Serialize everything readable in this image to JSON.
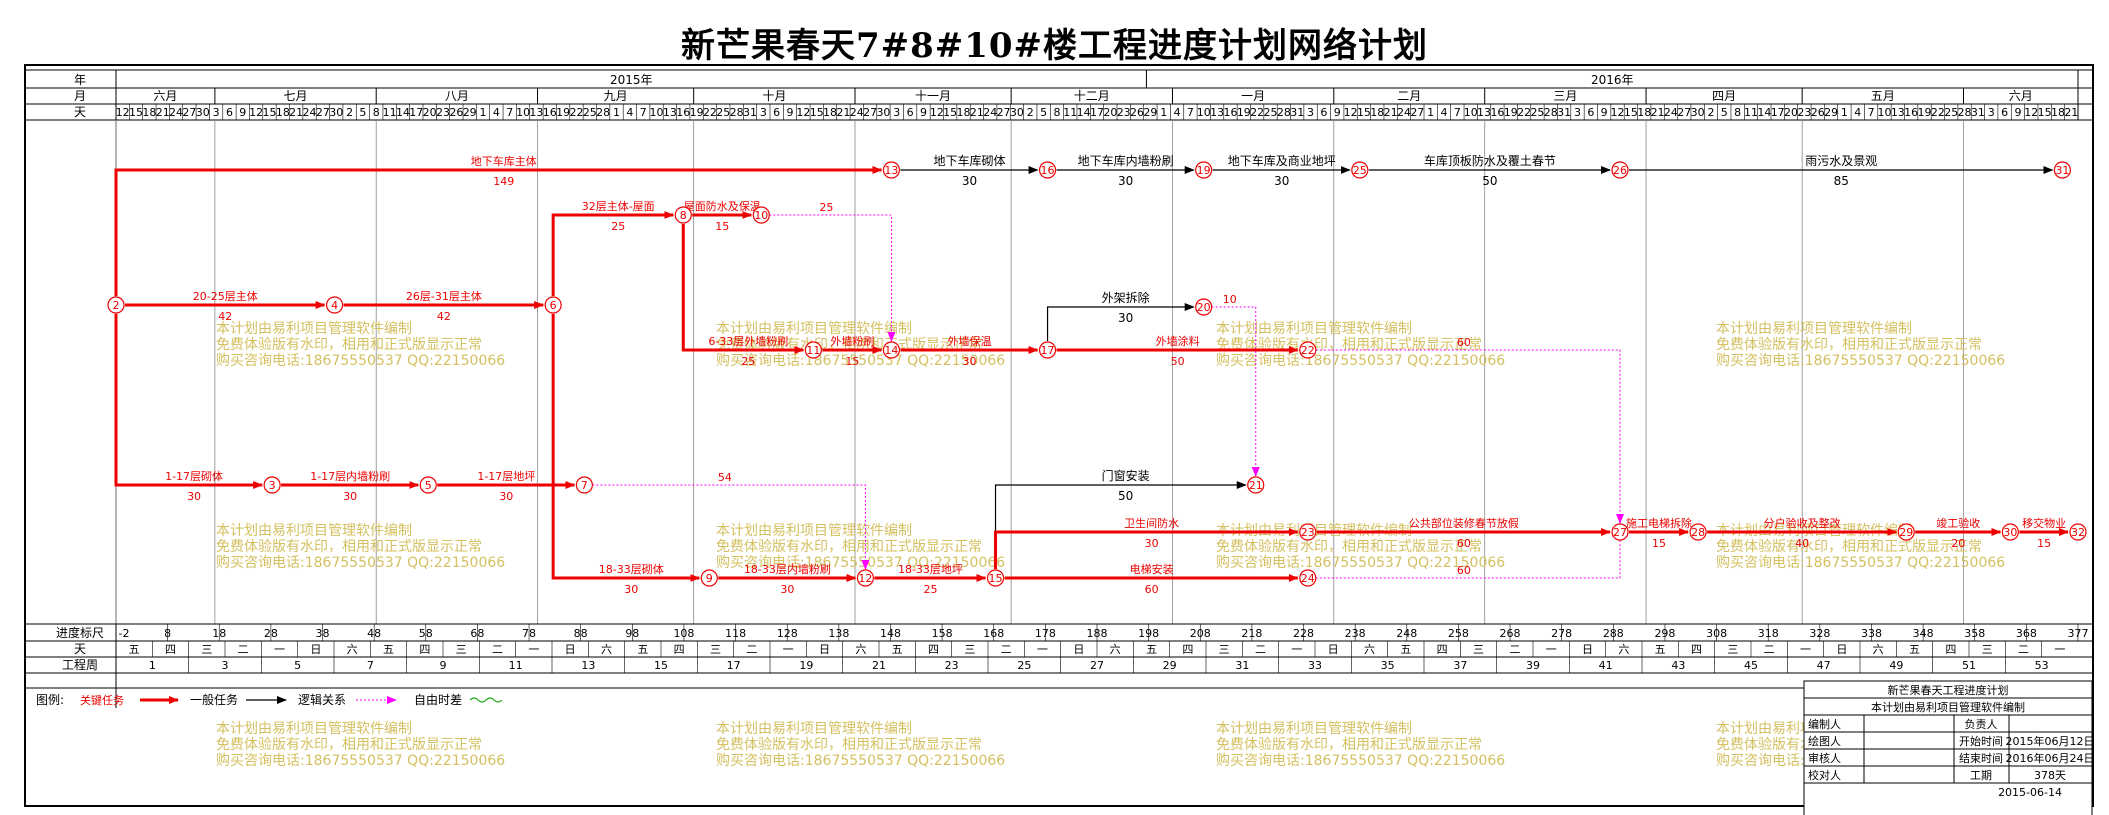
{
  "title": "新芒果春天7#8#10#楼工程进度计划网络计划",
  "header": {
    "row_labels": {
      "year": "年",
      "month": "月",
      "day": "天"
    },
    "years": [
      {
        "label": "2015年",
        "start": 0,
        "end": 198
      },
      {
        "label": "2016年",
        "start": 198,
        "end": 377
      }
    ],
    "months": [
      {
        "label": "六月",
        "start": 0,
        "end": 19
      },
      {
        "label": "七月",
        "start": 19,
        "end": 50
      },
      {
        "label": "八月",
        "start": 50,
        "end": 81
      },
      {
        "label": "九月",
        "start": 81,
        "end": 111
      },
      {
        "label": "十月",
        "start": 111,
        "end": 142
      },
      {
        "label": "十一月",
        "start": 142,
        "end": 172
      },
      {
        "label": "十二月",
        "start": 172,
        "end": 203
      },
      {
        "label": "一月",
        "start": 203,
        "end": 234
      },
      {
        "label": "二月",
        "start": 234,
        "end": 263
      },
      {
        "label": "三月",
        "start": 263,
        "end": 294
      },
      {
        "label": "四月",
        "start": 294,
        "end": 324
      },
      {
        "label": "五月",
        "start": 324,
        "end": 355
      },
      {
        "label": "六月",
        "start": 355,
        "end": 377
      }
    ],
    "days": [
      "12",
      "15",
      "18",
      "21",
      "24",
      "27",
      "30",
      "3",
      "6",
      "9",
      "12",
      "15",
      "18",
      "21",
      "24",
      "27",
      "30",
      "2",
      "5",
      "8",
      "11",
      "14",
      "17",
      "20",
      "23",
      "26",
      "29",
      "1",
      "4",
      "7",
      "10",
      "13",
      "16",
      "19",
      "22",
      "25",
      "28",
      "1",
      "4",
      "7",
      "10",
      "13",
      "16",
      "19",
      "22",
      "25",
      "28",
      "31",
      "3",
      "6",
      "9",
      "12",
      "15",
      "18",
      "21",
      "24",
      "27",
      "30",
      "3",
      "6",
      "9",
      "12",
      "15",
      "18",
      "21",
      "24",
      "27",
      "30",
      "2",
      "5",
      "8",
      "11",
      "14",
      "17",
      "20",
      "23",
      "26",
      "29",
      "1",
      "4",
      "7",
      "10",
      "13",
      "16",
      "19",
      "22",
      "25",
      "28",
      "31",
      "3",
      "6",
      "9",
      "12",
      "15",
      "18",
      "21",
      "24",
      "27",
      "1",
      "4",
      "7",
      "10",
      "13",
      "16",
      "19",
      "22",
      "25",
      "28",
      "31",
      "3",
      "6",
      "9",
      "12",
      "15",
      "18",
      "21",
      "24",
      "27",
      "30",
      "2",
      "5",
      "8",
      "11",
      "14",
      "17",
      "20",
      "23",
      "26",
      "29",
      "1",
      "4",
      "7",
      "10",
      "13",
      "16",
      "19",
      "22",
      "25",
      "28",
      "31",
      "3",
      "6",
      "9",
      "12",
      "15",
      "18",
      "21"
    ]
  },
  "bottom_scale": {
    "progress_label": "进度标尺",
    "progress_ticks": [
      "-2",
      "8",
      "18",
      "28",
      "38",
      "48",
      "58",
      "68",
      "78",
      "88",
      "98",
      "108",
      "118",
      "128",
      "138",
      "148",
      "158",
      "168",
      "178",
      "188",
      "198",
      "208",
      "218",
      "228",
      "238",
      "248",
      "258",
      "268",
      "278",
      "288",
      "298",
      "308",
      "318",
      "328",
      "338",
      "348",
      "358",
      "368",
      "377"
    ],
    "weekday_label": "天",
    "weekdays": [
      "五",
      "四",
      "三",
      "二",
      "一",
      "日",
      "六",
      "五",
      "四",
      "三",
      "二",
      "一",
      "日",
      "六",
      "五",
      "四",
      "三",
      "二",
      "一",
      "日",
      "六",
      "五",
      "四",
      "三",
      "二",
      "一",
      "日",
      "六",
      "五",
      "四",
      "三",
      "二",
      "一",
      "日",
      "六",
      "五",
      "四",
      "三",
      "二",
      "一",
      "日",
      "六",
      "五",
      "四",
      "三",
      "二",
      "一",
      "日",
      "六",
      "五",
      "四",
      "三",
      "二",
      "一"
    ],
    "week_label": "工程周",
    "weeks": [
      "1",
      "3",
      "5",
      "7",
      "9",
      "11",
      "13",
      "15",
      "17",
      "19",
      "21",
      "23",
      "25",
      "27",
      "29",
      "31",
      "33",
      "35",
      "37",
      "39",
      "41",
      "43",
      "45",
      "47",
      "49",
      "51",
      "53"
    ]
  },
  "nodes": [
    {
      "id": "2",
      "day": 0,
      "row": 1
    },
    {
      "id": "3",
      "day": 30,
      "row": 3
    },
    {
      "id": "4",
      "day": 42,
      "row": 1
    },
    {
      "id": "5",
      "day": 60,
      "row": 3
    },
    {
      "id": "6",
      "day": 84,
      "row": 1
    },
    {
      "id": "7",
      "day": 90,
      "row": 3
    },
    {
      "id": "8",
      "day": 109,
      "row": 0.5
    },
    {
      "id": "9",
      "day": 114,
      "row": 4
    },
    {
      "id": "10",
      "day": 124,
      "row": 0.5
    },
    {
      "id": "11",
      "day": 134,
      "row": 1.5
    },
    {
      "id": "12",
      "day": 144,
      "row": 4
    },
    {
      "id": "13",
      "day": 149,
      "row": 0
    },
    {
      "id": "14",
      "day": 149,
      "row": 1.5
    },
    {
      "id": "15",
      "day": 169,
      "row": 4
    },
    {
      "id": "16",
      "day": 179,
      "row": 0
    },
    {
      "id": "17",
      "day": 179,
      "row": 1.5
    },
    {
      "id": "19",
      "day": 209,
      "row": 0
    },
    {
      "id": "20",
      "day": 209,
      "row": 1.15
    },
    {
      "id": "21",
      "day": 219,
      "row": 3
    },
    {
      "id": "22",
      "day": 229,
      "row": 1.5
    },
    {
      "id": "23",
      "day": 229,
      "row": 3.65
    },
    {
      "id": "24",
      "day": 229,
      "row": 4
    },
    {
      "id": "25",
      "day": 239,
      "row": 0
    },
    {
      "id": "26",
      "day": 289,
      "row": 0
    },
    {
      "id": "27",
      "day": 289,
      "row": 3.65
    },
    {
      "id": "28",
      "day": 304,
      "row": 3.65
    },
    {
      "id": "29",
      "day": 344,
      "row": 3.65
    },
    {
      "id": "30",
      "day": 364,
      "row": 3.65
    },
    {
      "id": "31",
      "day": 374,
      "row": 0
    },
    {
      "id": "32",
      "day": 377,
      "row": 3.65
    }
  ],
  "activities": [
    {
      "from": "2",
      "to": "13",
      "name": "地下车库主体",
      "dur": "149",
      "type": "critical"
    },
    {
      "from": "13",
      "to": "16",
      "name": "地下车库砌体",
      "dur": "30",
      "type": "normal"
    },
    {
      "from": "16",
      "to": "19",
      "name": "地下车库内墙粉刷",
      "dur": "30",
      "type": "normal"
    },
    {
      "from": "19",
      "to": "25",
      "name": "地下车库及商业地坪",
      "dur": "30",
      "type": "normal"
    },
    {
      "from": "25",
      "to": "26",
      "name": "车库顶板防水及覆土春节",
      "dur": "50",
      "type": "normal"
    },
    {
      "from": "26",
      "to": "31",
      "name": "雨污水及景观",
      "dur": "85",
      "type": "normal"
    },
    {
      "from": "2",
      "to": "4",
      "name": "20-25层主体",
      "dur": "42",
      "type": "critical"
    },
    {
      "from": "4",
      "to": "6",
      "name": "26层-31层主体",
      "dur": "42",
      "type": "critical"
    },
    {
      "from": "6",
      "to": "8",
      "name": "32层主体-屋面",
      "dur": "25",
      "type": "critical"
    },
    {
      "from": "8",
      "to": "10",
      "name": "屋面防水及保温",
      "dur": "15",
      "type": "critical"
    },
    {
      "from": "8",
      "to": "11",
      "name": "6-33层外墙粉刷",
      "dur": "25",
      "type": "critical"
    },
    {
      "from": "11",
      "to": "14",
      "name": "外墙粉刷",
      "dur": "15",
      "type": "critical"
    },
    {
      "from": "14",
      "to": "17",
      "name": "外墙保温",
      "dur": "30",
      "type": "critical"
    },
    {
      "from": "17",
      "to": "20",
      "name": "外架拆除",
      "dur": "30",
      "type": "normal"
    },
    {
      "from": "17",
      "to": "22",
      "name": "外墙涂料",
      "dur": "50",
      "type": "critical"
    },
    {
      "from": "2",
      "to": "3",
      "name": "1-17层砌体",
      "dur": "30",
      "type": "critical"
    },
    {
      "from": "3",
      "to": "5",
      "name": "1-17层内墙粉刷",
      "dur": "30",
      "type": "critical"
    },
    {
      "from": "5",
      "to": "7",
      "name": "1-17层地坪",
      "dur": "30",
      "type": "critical"
    },
    {
      "from": "6",
      "to": "9",
      "name": "18-33层砌体",
      "dur": "30",
      "type": "critical"
    },
    {
      "from": "9",
      "to": "12",
      "name": "18-33层内墙粉刷",
      "dur": "30",
      "type": "critical"
    },
    {
      "from": "12",
      "to": "15",
      "name": "18-33层地坪",
      "dur": "25",
      "type": "critical"
    },
    {
      "from": "15",
      "to": "21",
      "name": "门窗安装",
      "dur": "50",
      "type": "normal"
    },
    {
      "from": "15",
      "to": "24",
      "name": "电梯安装",
      "dur": "60",
      "type": "critical"
    },
    {
      "from": "15",
      "to": "23",
      "name": "卫生间防水",
      "dur": "30",
      "type": "critical"
    },
    {
      "from": "23",
      "to": "27",
      "name": "公共部位装修春节放假",
      "dur": "60",
      "type": "critical"
    },
    {
      "from": "27",
      "to": "28",
      "name": "施工电梯拆除",
      "dur": "15",
      "type": "critical"
    },
    {
      "from": "28",
      "to": "29",
      "name": "分户验收及整改",
      "dur": "40",
      "type": "critical"
    },
    {
      "from": "29",
      "to": "30",
      "name": "竣工验收",
      "dur": "20",
      "type": "critical"
    },
    {
      "from": "30",
      "to": "32",
      "name": "移交物业",
      "dur": "15",
      "type": "critical"
    }
  ],
  "free_floats": [
    {
      "from": "10",
      "to": "14",
      "value": "25"
    },
    {
      "from": "7",
      "to": "12",
      "value": "54"
    },
    {
      "from": "20",
      "to": "21",
      "value": "10"
    },
    {
      "from": "22",
      "to": "27",
      "value": "60"
    },
    {
      "from": "24",
      "to": "27",
      "value": "60"
    }
  ],
  "legend": {
    "label": "图例:",
    "critical": "关键任务",
    "normal": "一般任务",
    "logic": "逻辑关系",
    "free_float": "自由时差"
  },
  "info_box": {
    "title": "新芒果春天工程进度计划",
    "subtitle": "本计划由易利项目管理软件编制",
    "rows": [
      {
        "label": "编制人",
        "label2": "负责人",
        "value": ""
      },
      {
        "label": "绘图人",
        "label2": "开始时间",
        "value": "2015年06月12日"
      },
      {
        "label": "审核人",
        "label2": "结束时间",
        "value": "2016年06月24日"
      },
      {
        "label": "校对人",
        "label2": "工期",
        "value": "378天"
      }
    ],
    "date": "2015-06-14"
  },
  "watermark": {
    "line1": "本计划由易利项目管理软件编制",
    "line2": "免费体验版有水印，相用和正式版显示正常",
    "line3": "购买咨询电话:18675550537 QQ:22150066"
  },
  "colors": {
    "critical": "#ee0000",
    "normal": "#000000",
    "float": "#ff00ff",
    "watermark": "#d4c060"
  }
}
